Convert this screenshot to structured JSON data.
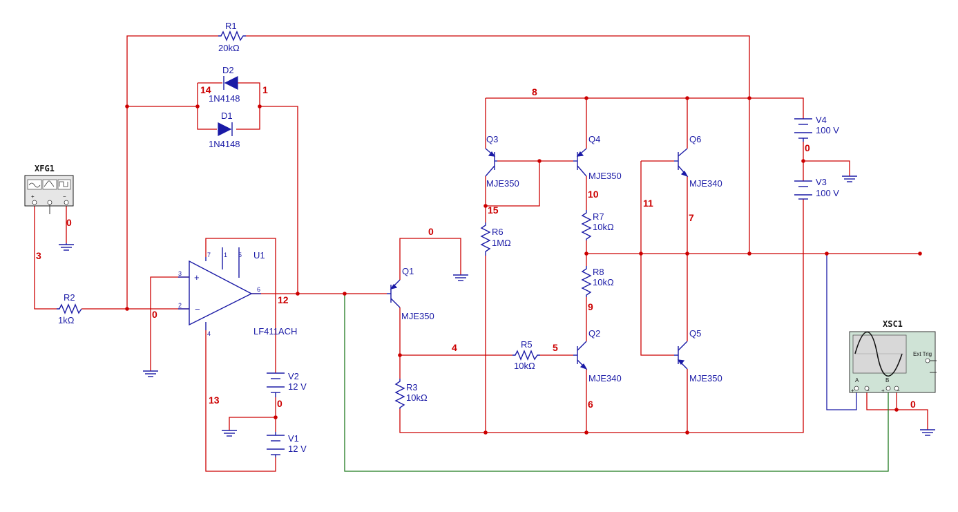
{
  "components": {
    "R1": {
      "name": "R1",
      "value": "20kΩ"
    },
    "R2": {
      "name": "R2",
      "value": "1kΩ"
    },
    "R3": {
      "name": "R3",
      "value": "10kΩ"
    },
    "R5": {
      "name": "R5",
      "value": "10kΩ"
    },
    "R6": {
      "name": "R6",
      "value": "1MΩ"
    },
    "R7": {
      "name": "R7",
      "value": "10kΩ"
    },
    "R8": {
      "name": "R8",
      "value": "10kΩ"
    },
    "D1": {
      "name": "D1",
      "value": "1N4148"
    },
    "D2": {
      "name": "D2",
      "value": "1N4148"
    },
    "U1": {
      "name": "U1",
      "value": "LF411ACH",
      "pins": [
        "7",
        "1",
        "5",
        "3",
        "2",
        "6",
        "4"
      ]
    },
    "V1": {
      "name": "V1",
      "value": "12 V"
    },
    "V2": {
      "name": "V2",
      "value": "12 V"
    },
    "V3": {
      "name": "V3",
      "value": "100 V"
    },
    "V4": {
      "name": "V4",
      "value": "100 V"
    },
    "Q1": {
      "name": "Q1",
      "value": "MJE350"
    },
    "Q2": {
      "name": "Q2",
      "value": "MJE340"
    },
    "Q3": {
      "name": "Q3",
      "value": "MJE350"
    },
    "Q4": {
      "name": "Q4",
      "value": "MJE350"
    },
    "Q5": {
      "name": "Q5",
      "value": "MJE350"
    },
    "Q6": {
      "name": "Q6",
      "value": "MJE340"
    }
  },
  "instruments": {
    "XFG1": {
      "name": "XFG1",
      "pins": [
        "+",
        "−"
      ]
    },
    "XSC1": {
      "name": "XSC1",
      "ext_trig": "Ext Trig",
      "ch_a": "A",
      "ch_b": "B",
      "plus": "+",
      "minus": "−"
    }
  },
  "nets": {
    "n0a": "0",
    "n0b": "0",
    "n0c": "0",
    "n0d": "0",
    "n0e": "0",
    "n0f": "0",
    "n1": "1",
    "n3": "3",
    "n4": "4",
    "n5": "5",
    "n6": "6",
    "n7": "7",
    "n8": "8",
    "n9": "9",
    "n10": "10",
    "n11": "11",
    "n12": "12",
    "n13": "13",
    "n14": "14",
    "n15": "15"
  }
}
